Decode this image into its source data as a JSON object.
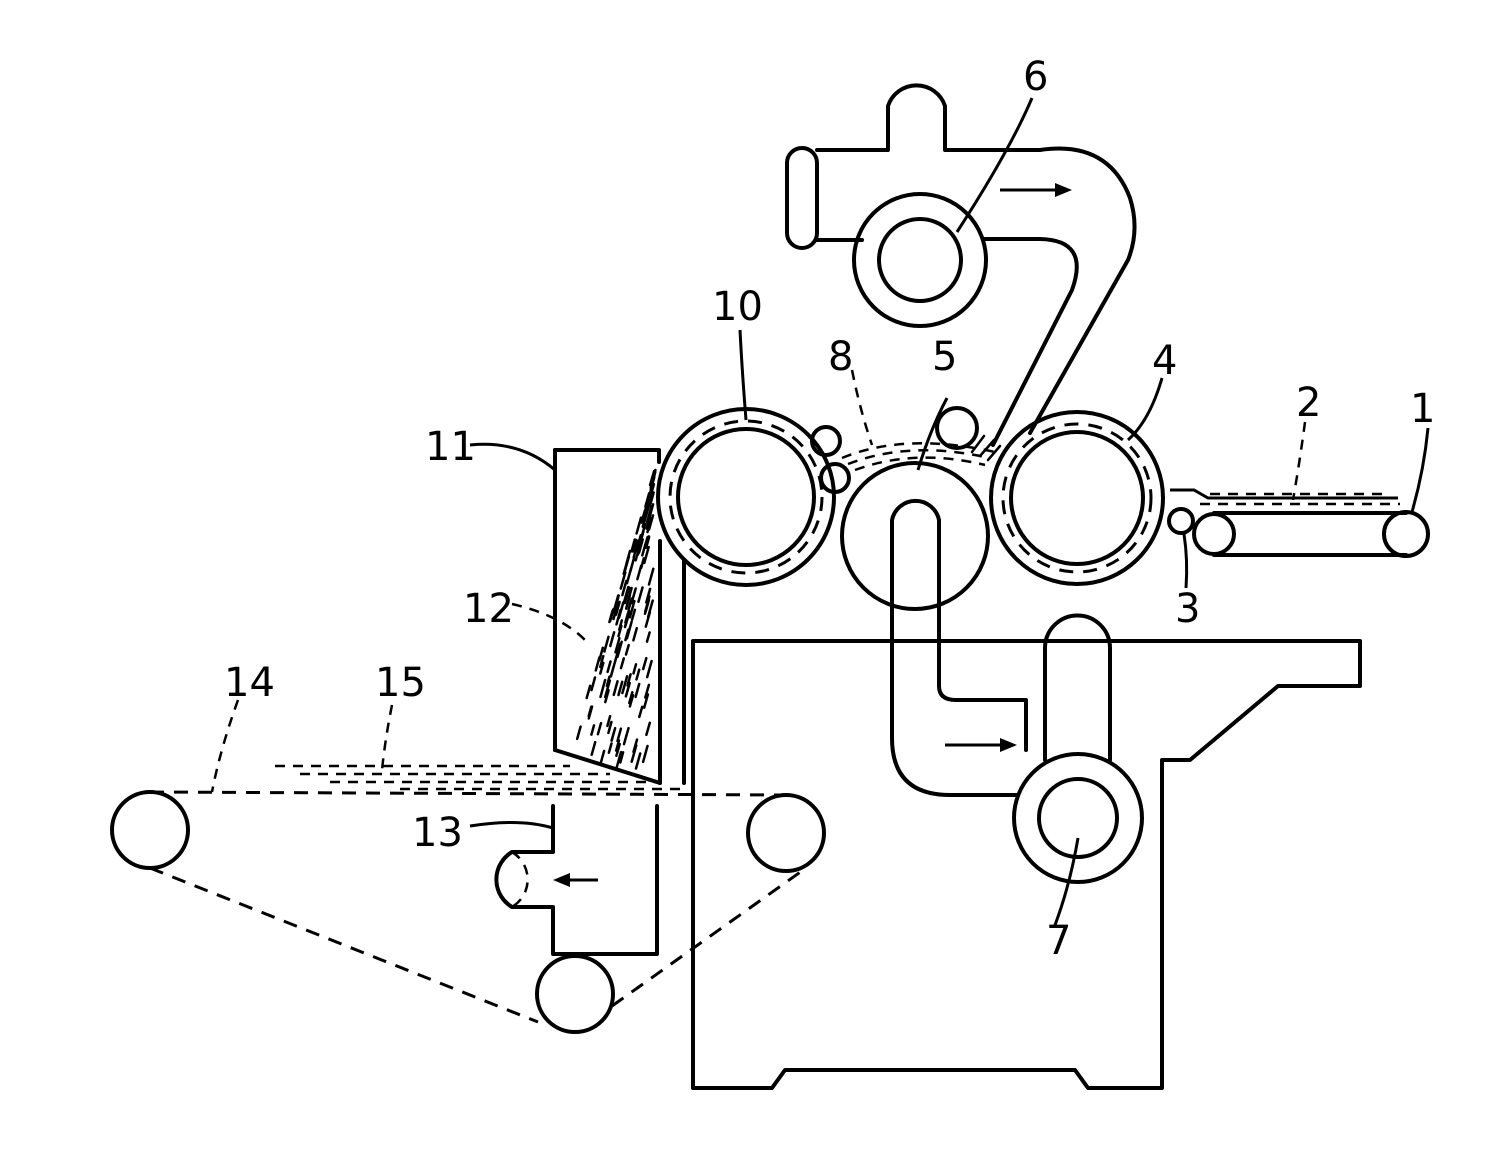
{
  "labels": {
    "l1": "1",
    "l2": "2",
    "l3": "3",
    "l4": "4",
    "l5": "5",
    "l6": "6",
    "l7": "7",
    "l8": "8",
    "l10": "10",
    "l11": "11",
    "l12": "12",
    "l13": "13",
    "l14": "14",
    "l15": "15"
  },
  "colors": {
    "ink": "#000000",
    "paper": "#ffffff"
  }
}
